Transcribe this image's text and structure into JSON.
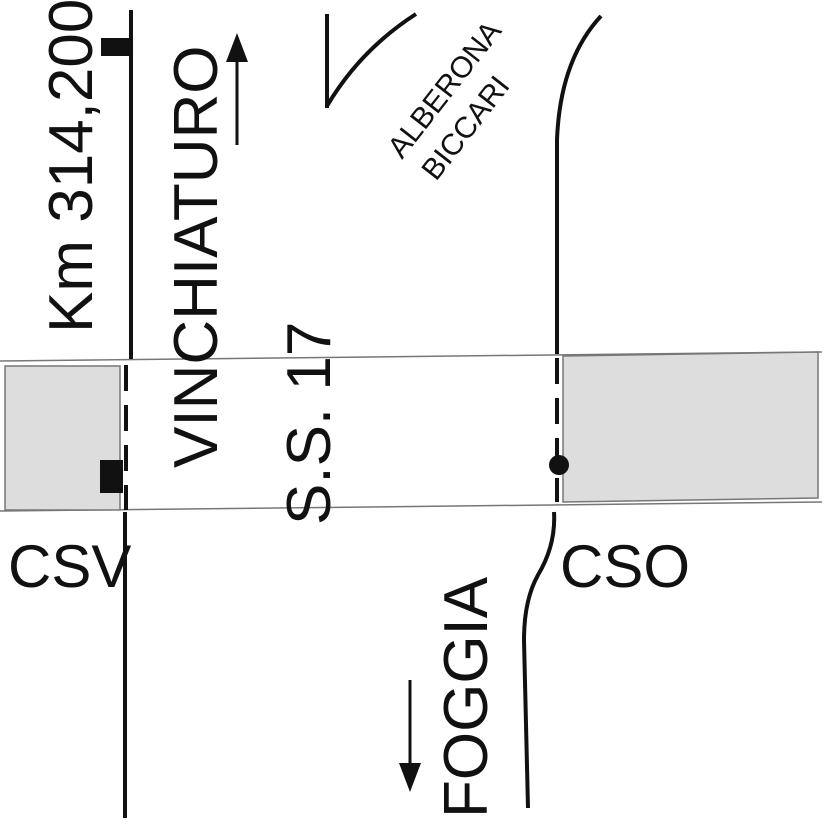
{
  "labels": {
    "km": "Km 314,200",
    "vinchiaturo": "VINCHIATURO",
    "alberona": "ALBERONA",
    "biccari": "BICCARI",
    "ss17": "S.S. 17",
    "csv": "CSV",
    "cso": "CSO",
    "foggia": "FOGGIA"
  },
  "colors": {
    "ink": "#111111",
    "area_fill": "#dddddd",
    "road_edge": "#777777"
  }
}
